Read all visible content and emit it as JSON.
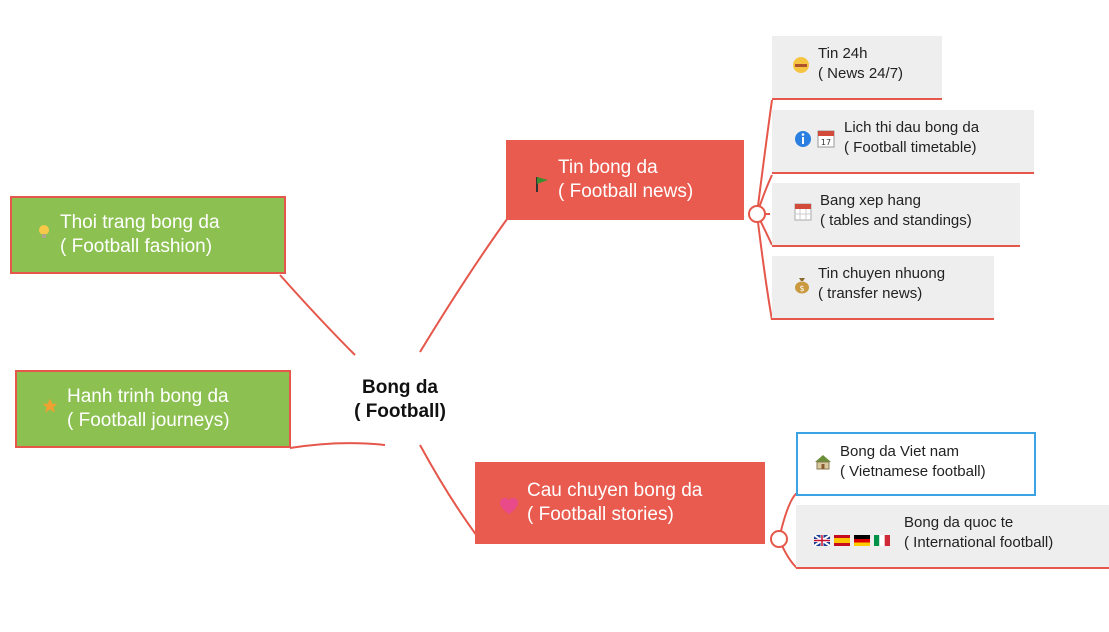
{
  "root": {
    "title": "Bong da",
    "subtitle": "( Football)"
  },
  "left": [
    {
      "title": "Thoi trang bong da",
      "subtitle": "( Football fashion)",
      "icon": "lightbulb-icon"
    },
    {
      "title": "Hanh trinh bong da",
      "subtitle": "( Football journeys)",
      "icon": "star-icon"
    }
  ],
  "right": [
    {
      "title": "Tin bong da",
      "subtitle": "( Football news)",
      "icon": "green-flag-icon",
      "children": [
        {
          "title": "Tin 24h",
          "subtitle": "( News 24/7)",
          "icon": "face-icon"
        },
        {
          "title": "Lich thi dau bong da",
          "subtitle": "( Football timetable)",
          "icon": "info-calendar-icon"
        },
        {
          "title": "Bang xep hang",
          "subtitle": "( tables and standings)",
          "icon": "table-icon"
        },
        {
          "title": "Tin chuyen nhuong",
          "subtitle": "( transfer news)",
          "icon": "money-bag-icon"
        }
      ]
    },
    {
      "title": "Cau chuyen bong da",
      "subtitle": "( Football stories)",
      "icon": "heart-icon",
      "children": [
        {
          "title": "Bong da Viet nam",
          "subtitle": "( Vietnamese football)",
          "icon": "house-icon"
        },
        {
          "title": "Bong da quoc te",
          "subtitle": "( International football)",
          "icon": "flags-icon"
        }
      ]
    }
  ],
  "colors": {
    "topic": "#e95b4f",
    "green_topic": "#8cc152",
    "connector": "#e5574a",
    "leaf": "#eeeeee",
    "selection": "#3aa3e3"
  }
}
